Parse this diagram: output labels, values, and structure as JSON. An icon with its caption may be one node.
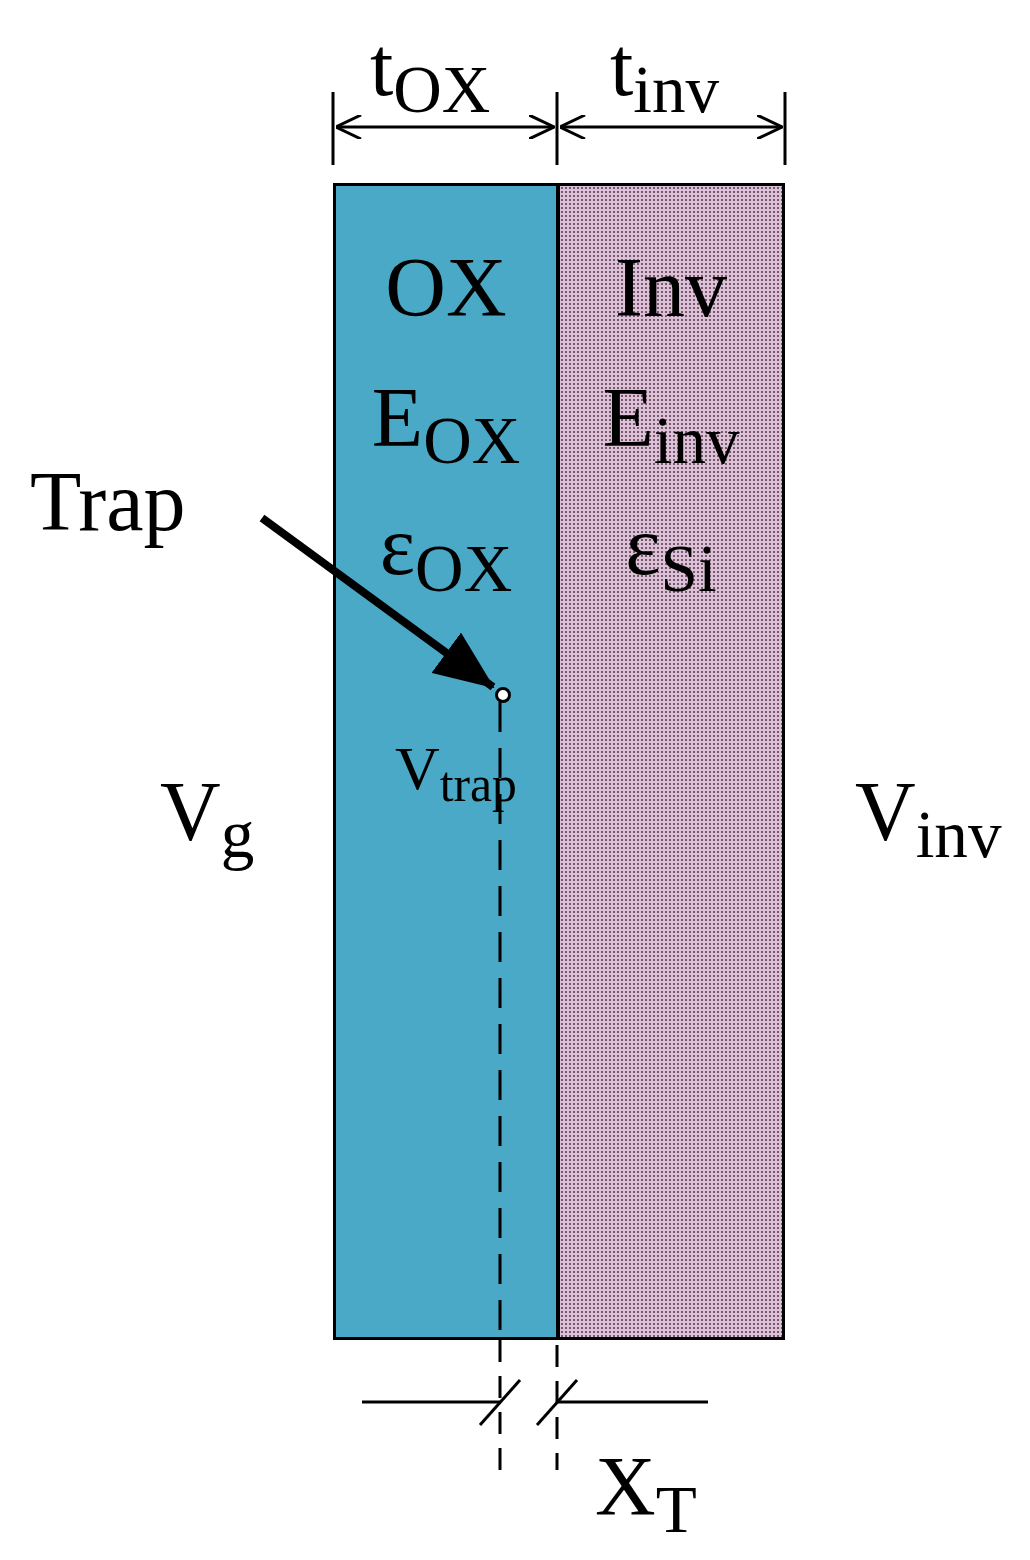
{
  "diagram": {
    "nodes": [
      {
        "text": [
          "OX",
          "E$_{OX}$",
          "ε$_{OX}$"
        ]
      },
      {
        "text": [
          "Inv",
          "E$_{inv}$",
          "ε$_{Si}$"
        ]
      },
      {
        "text": [
          "Trap"
        ]
      },
      {
        "text": [],
        "shape": "circle",
        "in": 0,
        "beside": [
          "V$_{trap}$"
        ]
      }
    ],
    "edges": [
      {
        "from": 2,
        "to": 3,
        "arrow": "to"
      }
    ],
    "labels": [
      "t$_{OX}$",
      "t$_{inv}$",
      "V$_{g}$",
      "V$_{inv}$",
      "X$_{T}$"
    ]
  }
}
